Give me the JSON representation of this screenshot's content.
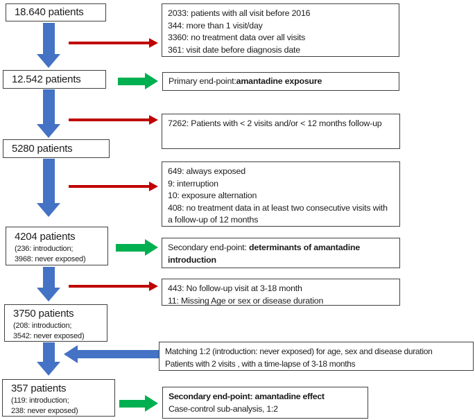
{
  "colors": {
    "blue": "#4472C4",
    "red": "#C00000",
    "green": "#00B050",
    "box-border": "#3F3F3F"
  },
  "left_column": {
    "boxes": [
      {
        "label": "18.640 patients"
      },
      {
        "label": "12.542 patients"
      },
      {
        "label": "5280 patients"
      },
      {
        "label": "4204 patients",
        "sub1": "(236: introduction;",
        "sub2": "3968: never exposed)"
      },
      {
        "label": "3750 patients",
        "sub1": "(208: introduction;",
        "sub2": "3542: never exposed)"
      },
      {
        "label": "357 patients",
        "sub1": "(119: introduction;",
        "sub2": "238: never exposed)"
      }
    ]
  },
  "right_column": {
    "exclusion_boxes": [
      {
        "lines": [
          "2033: patients with all visit before 2016",
          "344: more than 1 visit/day",
          "3360: no treatment data over all visits",
          "361: visit date before diagnosis date"
        ]
      },
      {
        "lines": [
          "7262: Patients with < 2 visits and/or < 12 months follow-up"
        ]
      },
      {
        "lines": [
          "649: always exposed",
          "9: interruption",
          "10: exposure alternation",
          "408: no treatment data in at least two consecutive visits with a follow-up of 12 months"
        ]
      },
      {
        "lines": [
          "443: No follow-up visit at 3-18 month",
          "11: Missing Age or sex or disease duration"
        ]
      }
    ],
    "endpoint_boxes": [
      {
        "prefix": "Primary end-point: ",
        "bold": "amantadine exposure"
      },
      {
        "prefix": "Secondary end-point: ",
        "bold": "determinants of amantadine introduction"
      },
      {
        "bold": "Secondary end-point: amantadine effect",
        "suffix": "Case-control sub-analysis, 1:2"
      }
    ],
    "matching_box": {
      "line1": "Matching 1:2 (introduction: never exposed) for age, sex and disease duration",
      "line2": "Patients with 2 visits , with a time-lapse of 3-18 months"
    }
  }
}
